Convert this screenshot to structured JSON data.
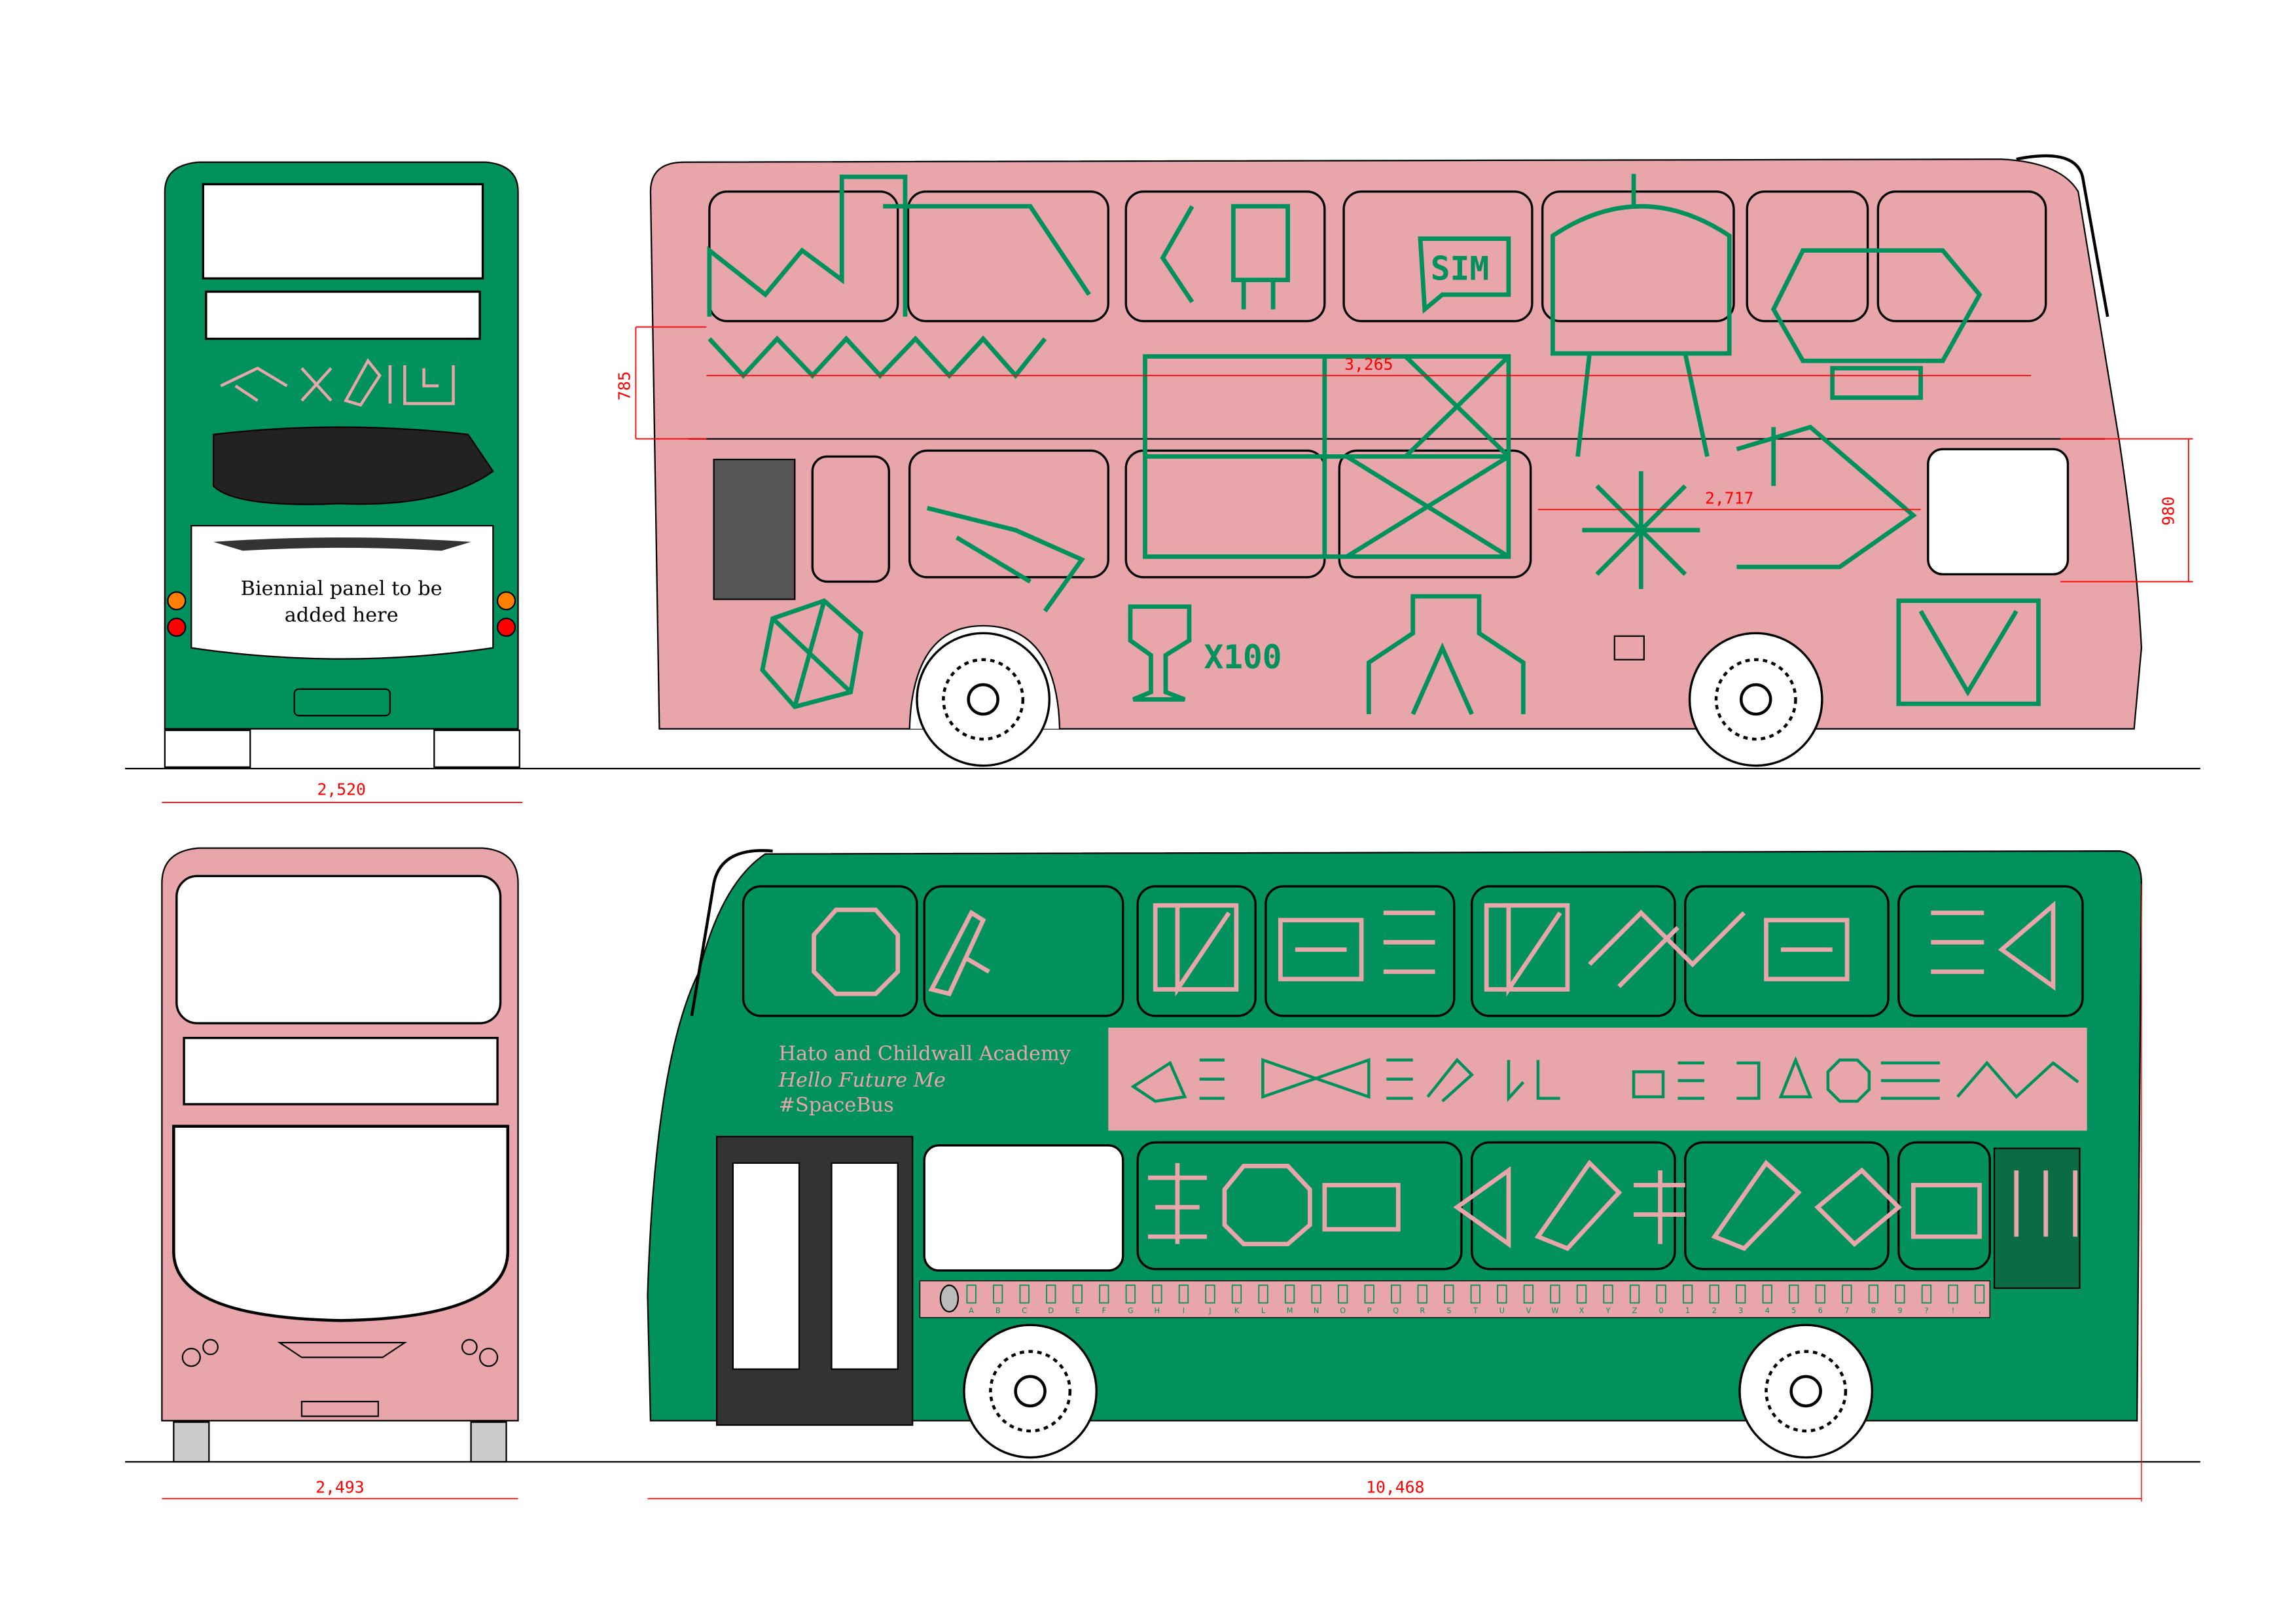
{
  "colors": {
    "green": "#00915d",
    "pink": "#e8a6aa",
    "dimension": "#ff0000",
    "indicator": "#ff8000",
    "brake_light": "#ff0000"
  },
  "rear_view": {
    "panel_text_line1": "Biennial panel to be",
    "panel_text_line2": "added here",
    "width_dimension": "2,520"
  },
  "top_side_view": {
    "upper_deck_height": "785",
    "upper_span": "3,265",
    "lower_span": "2,717",
    "lower_height": "980",
    "glyph_text": "X100",
    "sign_text": "SIM"
  },
  "front_view": {
    "width_dimension": "2,493"
  },
  "bottom_side_view": {
    "livery_line1": "Hato and Childwall Academy",
    "livery_line2": "Hello Future Me",
    "livery_line3": "#SpaceBus",
    "length_dimension": "10,468",
    "alphabet_labels": [
      "A",
      "B",
      "C",
      "D",
      "E",
      "F",
      "G",
      "H",
      "I",
      "J",
      "K",
      "L",
      "M",
      "N",
      "O",
      "P",
      "Q",
      "R",
      "S",
      "T",
      "U",
      "V",
      "W",
      "X",
      "Y",
      "Z",
      "0",
      "1",
      "2",
      "3",
      "4",
      "5",
      "6",
      "7",
      "8",
      "9",
      "?",
      "!",
      "."
    ]
  }
}
